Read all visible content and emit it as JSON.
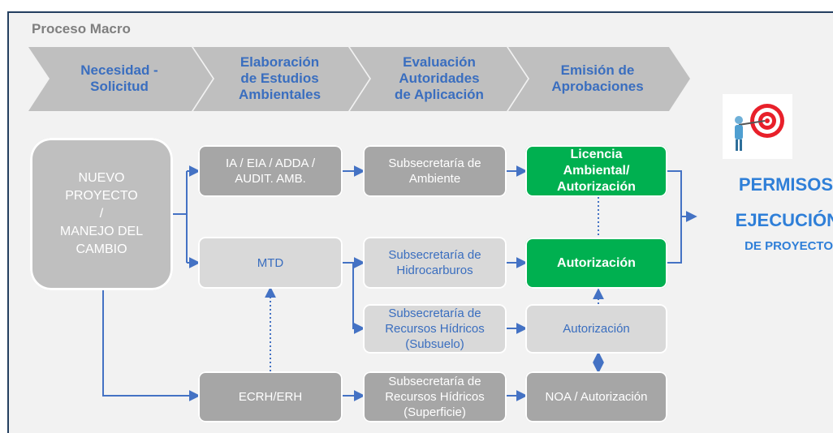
{
  "section_title": "Proceso Macro",
  "phases": [
    {
      "label": "Necesidad -\nSolicitud"
    },
    {
      "label": "Elaboración\nde Estudios\nAmbientales"
    },
    {
      "label": "Evaluación\nAutoridades\nde Aplicación"
    },
    {
      "label": "Emisión de\nAprobaciones"
    }
  ],
  "start_box": {
    "label": "NUEVO\nPROYECTO\n/\nMANEJO DEL\nCAMBIO"
  },
  "studies": [
    {
      "label": "IA / EIA / ADDA /\nAUDIT. AMB."
    },
    {
      "label": "MTD"
    },
    {
      "label": "ECRH/ERH"
    }
  ],
  "authorities": [
    {
      "label": "Subsecretaría de\nAmbiente"
    },
    {
      "label": "Subsecretaría de\nHidrocarburos"
    },
    {
      "label": "Subsecretaría de\nRecursos Hídricos\n(Subsuelo)"
    },
    {
      "label": "Subsecretaría de\nRecursos Hídricos\n(Superficie)"
    }
  ],
  "approvals": [
    {
      "label": "Licencia\nAmbiental/\nAutorización"
    },
    {
      "label": "Autorización"
    },
    {
      "label": "Autorización"
    },
    {
      "label": "NOA / Autorización"
    }
  ],
  "outcome": {
    "line1": "PERMISOS",
    "line2": "EJECUCIÓN",
    "line3": "DE PROYECTOS"
  },
  "colors": {
    "panel": "#f2f2f2",
    "chevron": "#bfbfbf",
    "accent_blue": "#3a6ebf",
    "approval_green": "#00b050",
    "connector": "#4472c4",
    "target_red": "#e8202a"
  },
  "icons": {
    "target": "target-with-arrow-icon"
  }
}
